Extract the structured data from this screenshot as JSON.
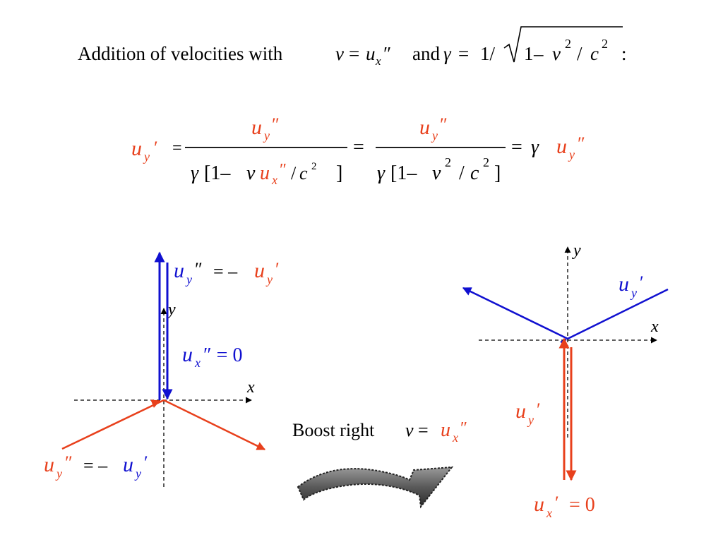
{
  "colors": {
    "text": "#000000",
    "red": "#e8401c",
    "blue": "#1010d0",
    "arrow_fill": "#707070",
    "axis": "#000000"
  },
  "header": {
    "prefix": "Addition of velocities with",
    "v": "v",
    "eq": "=",
    "u": "u",
    "sub_x": "x",
    "dprime": "″",
    "and": "and",
    "gamma": "γ",
    "eq2": "=",
    "one_over": "1/",
    "one": "1",
    "minus": "–",
    "v2": "v",
    "two": "2",
    "slash": "/",
    "c": "c",
    "two_b": "2",
    "colon": ":"
  },
  "formula": {
    "lhs_u": "u",
    "lhs_sub": "y",
    "lhs_prime": "′",
    "eq1": "=",
    "f1_num_u": "u",
    "f1_num_sub": "y",
    "f1_num_prime": "″",
    "f1_den_gamma": "γ",
    "f1_den_open": "[1–",
    "f1_den_v": "v",
    "f1_den_u": "u",
    "f1_den_sub": "x",
    "f1_den_prime": "″",
    "f1_den_slash": "/",
    "f1_den_c": "c",
    "f1_den_two": "2",
    "f1_den_close": "]",
    "eq2": "=",
    "f2_num_u": "u",
    "f2_num_sub": "y",
    "f2_num_prime": "″",
    "f2_den_gamma": "γ",
    "f2_den_open": "[1–",
    "f2_den_v": "v",
    "f2_den_two": "2",
    "f2_den_slash": "/",
    "f2_den_c": "c",
    "f2_den_two_b": "2",
    "f2_den_close": "]",
    "eq3": "=",
    "gamma": "γ",
    "rhs_u": "u",
    "rhs_sub": "y",
    "rhs_prime": "″"
  },
  "left_diagram": {
    "label_top_u": "u",
    "label_top_sub": "y",
    "label_top_prime": "″",
    "label_top_eq": "= –",
    "label_top_u2": "u",
    "label_top_sub2": "y",
    "label_top_prime2": "′",
    "axis_y": "y",
    "axis_x": "x",
    "label_mid_u": "u",
    "label_mid_sub": "x",
    "label_mid_rest": "″ = 0",
    "label_bot_u": "u",
    "label_bot_sub": "y",
    "label_bot_prime": "″",
    "label_bot_eq": "= –",
    "label_bot_u2": "u",
    "label_bot_sub2": "y",
    "label_bot_prime2": "′"
  },
  "boost": {
    "text": "Boost right",
    "v": "v",
    "eq": "=",
    "u": "u",
    "sub": "x",
    "prime": "″"
  },
  "right_diagram": {
    "axis_y": "y",
    "axis_x": "x",
    "label_blue_u": "u",
    "label_blue_sub": "y",
    "label_blue_prime": "′",
    "label_red_u": "u",
    "label_red_sub": "y",
    "label_red_prime": "′",
    "label_bot_u": "u",
    "label_bot_sub": "x",
    "label_bot_prime": "′",
    "label_bot_rest": "= 0"
  }
}
